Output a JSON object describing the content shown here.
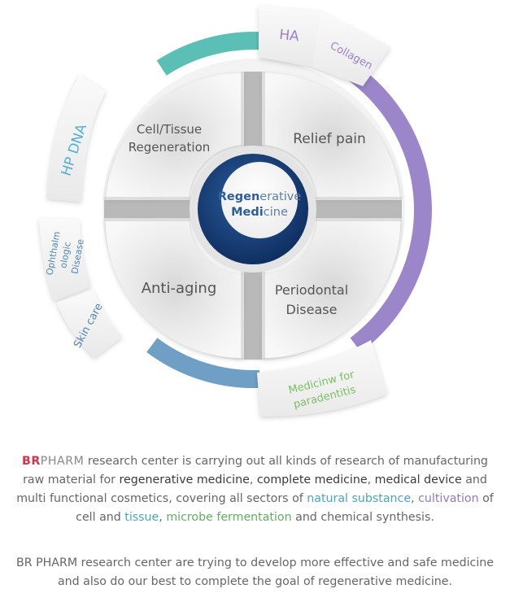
{
  "diagram": {
    "center": {
      "line1a": "Regen",
      "line1b": "erative",
      "line2a": "Medi",
      "line2b": "cine"
    },
    "quadrants": {
      "top_left": [
        "Cell/Tissue",
        "Regeneration"
      ],
      "top_right": "Relief pain",
      "bottom_left": "Anti-aging",
      "bottom_right": [
        "Periodontal",
        "Disease"
      ]
    },
    "tabs": {
      "ha": "HA",
      "collagen": "Collagen",
      "hp_dna": "HP DNA",
      "ophthalmologic": [
        "Ophthalm",
        "ologic",
        "Disease"
      ],
      "skin_care": "Skin care",
      "paradentitis": [
        "Medicinw for",
        "paradentitis"
      ]
    },
    "colors": {
      "teal_ring": "#5cbfb6",
      "purple_ring": "#9a86c8",
      "blue_ring": "#6f9fc4",
      "ha_text": "#9b7ec6",
      "hp_dna_text": "#55b0cf",
      "eye_text": "#4f87b5",
      "skin_text": "#4f87b5",
      "green_text": "#7cbf61",
      "center_dark": "#123a74",
      "center_text": "#2d5d9a"
    }
  },
  "text": {
    "brand_br": "BR",
    "brand_pharm": "PHARM",
    "p1": {
      "s1": " research center is carrying out all kinds of research of manufacturing",
      "s2": "raw material for ",
      "h1": "regenerative medicine",
      "s3": ", ",
      "h2": "complete medicine",
      "s4": ", ",
      "h3": "medical device",
      "s5": " and",
      "s6": "multi functional cosmetics, covering all sectors of  ",
      "c1": "natural substance",
      "s7": ", ",
      "c2": "cultivation",
      "s8": " of",
      "s9": "cell and ",
      "c3": "tissue",
      "s10": ", ",
      "c4": "microbe fermentation",
      "s11": " and chemical synthesis."
    },
    "p2": {
      "l1": "BR PHARM research center are trying to develop more effective and safe medicine",
      "l2": "and also do our best to complete the goal of regenerative medicine."
    }
  }
}
